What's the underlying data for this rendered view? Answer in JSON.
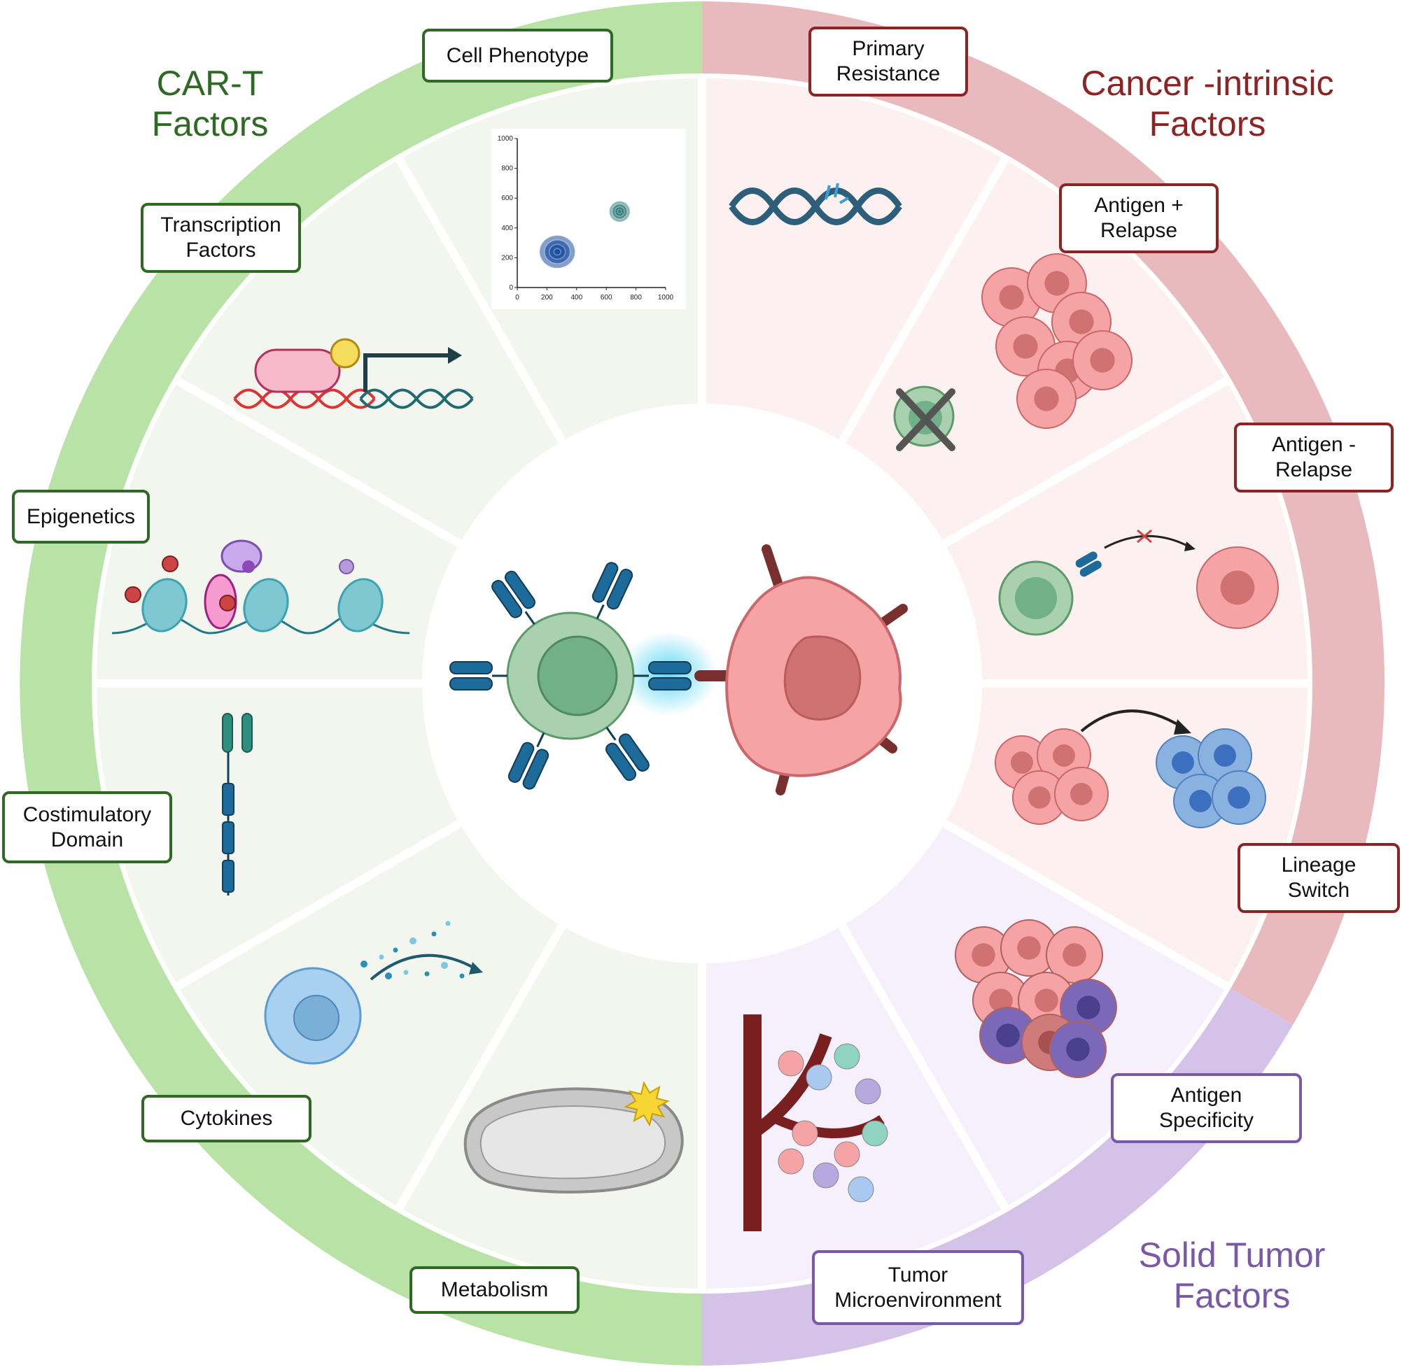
{
  "colors": {
    "car_t_ring": "#b9e2a7",
    "car_t_sector": "#f3f6ef",
    "car_t_text": "#2f6a25",
    "cancer_ring": "#e8babd",
    "cancer_sector": "#fdf0f0",
    "cancer_text": "#8e2323",
    "solid_ring": "#d5c2e8",
    "solid_sector": "#f6f0fd",
    "solid_text": "#7a58a8"
  },
  "groups": {
    "car_t": {
      "title": "CAR-T\nFactors"
    },
    "cancer": {
      "title": "Cancer -intrinsic\nFactors"
    },
    "solid": {
      "title": "Solid Tumor\nFactors"
    }
  },
  "sectors": [
    {
      "label": "Cell Phenotype",
      "group": "car_t",
      "icon": "flow-cytometry-plot-icon"
    },
    {
      "label": "Transcription\nFactors",
      "group": "car_t",
      "icon": "transcription-factor-dna-icon"
    },
    {
      "label": "Epigenetics",
      "group": "car_t",
      "icon": "nucleosome-icon"
    },
    {
      "label": "Costimulatory\nDomain",
      "group": "car_t",
      "icon": "car-receptor-domain-icon"
    },
    {
      "label": "Cytokines",
      "group": "car_t",
      "icon": "cytokine-secretion-icon"
    },
    {
      "label": "Metabolism",
      "group": "car_t",
      "icon": "mitochondrion-icon"
    },
    {
      "label": "Primary\nResistance",
      "group": "cancer",
      "icon": "broken-dna-icon"
    },
    {
      "label": "Antigen +\nRelapse",
      "group": "cancer",
      "icon": "tumor-cluster-dead-tcell-icon"
    },
    {
      "label": "Antigen -\nRelapse",
      "group": "cancer",
      "icon": "blocked-recognition-icon"
    },
    {
      "label": "Lineage\nSwitch",
      "group": "cancer",
      "icon": "lineage-switch-icon"
    },
    {
      "label": "Antigen\nSpecificity",
      "group": "solid",
      "icon": "heterogeneous-tumor-icon"
    },
    {
      "label": "Tumor\nMicroenvironment",
      "group": "solid",
      "icon": "tumor-microenvironment-icon"
    }
  ],
  "center": {
    "icon": "car-t-cell-attacking-tumor-icon"
  },
  "chart_data": {
    "type": "scatter",
    "title": "",
    "xlabel": "",
    "ylabel": "",
    "xlim": [
      0,
      1000
    ],
    "ylim": [
      0,
      1000
    ],
    "xticks": [
      0,
      200,
      400,
      600,
      800,
      1000
    ],
    "yticks": [
      0,
      200,
      400,
      600,
      800,
      1000
    ],
    "series": [
      {
        "name": "population-1",
        "color": "#1e4fa0",
        "center": [
          270,
          240
        ],
        "spread": [
          120,
          110
        ]
      },
      {
        "name": "population-2",
        "color": "#2f7a7a",
        "center": [
          690,
          510
        ],
        "spread": [
          70,
          70
        ]
      }
    ]
  }
}
